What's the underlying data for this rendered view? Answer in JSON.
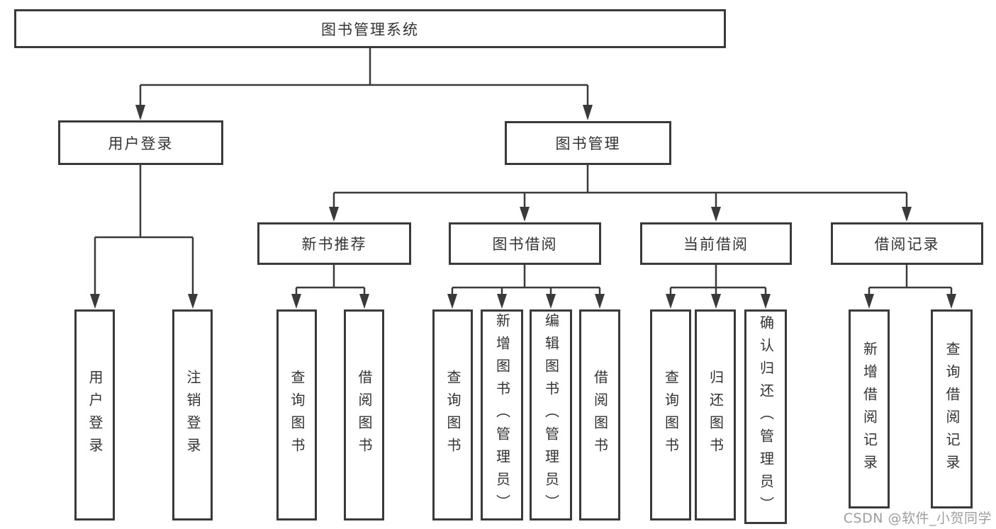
{
  "diagram": {
    "root": {
      "label": "图书管理系统"
    },
    "branches": [
      {
        "label": "用户登录",
        "children": [
          {
            "label": "用户登录"
          },
          {
            "label": "注销登录"
          }
        ]
      },
      {
        "label": "图书管理",
        "children": [
          {
            "label": "新书推荐",
            "children": [
              {
                "label": "查询图书"
              },
              {
                "label": "借阅图书"
              }
            ]
          },
          {
            "label": "图书借阅",
            "children": [
              {
                "label": "查询图书"
              },
              {
                "label": "新增图书（管理员）"
              },
              {
                "label": "编辑图书（管理员）"
              },
              {
                "label": "借阅图书"
              }
            ]
          },
          {
            "label": "当前借阅",
            "children": [
              {
                "label": "查询图书"
              },
              {
                "label": "归还图书"
              },
              {
                "label": "确认归还（管理员）"
              }
            ]
          },
          {
            "label": "借阅记录",
            "children": [
              {
                "label": "新增借阅记录"
              },
              {
                "label": "查询借阅记录"
              }
            ]
          }
        ]
      }
    ]
  },
  "watermark": {
    "text": "CSDN @软件_小贺同学"
  },
  "colors": {
    "line": "#3a3a3a",
    "text": "#333333",
    "watermark": "#9e9e9e",
    "background": "#ffffff"
  }
}
